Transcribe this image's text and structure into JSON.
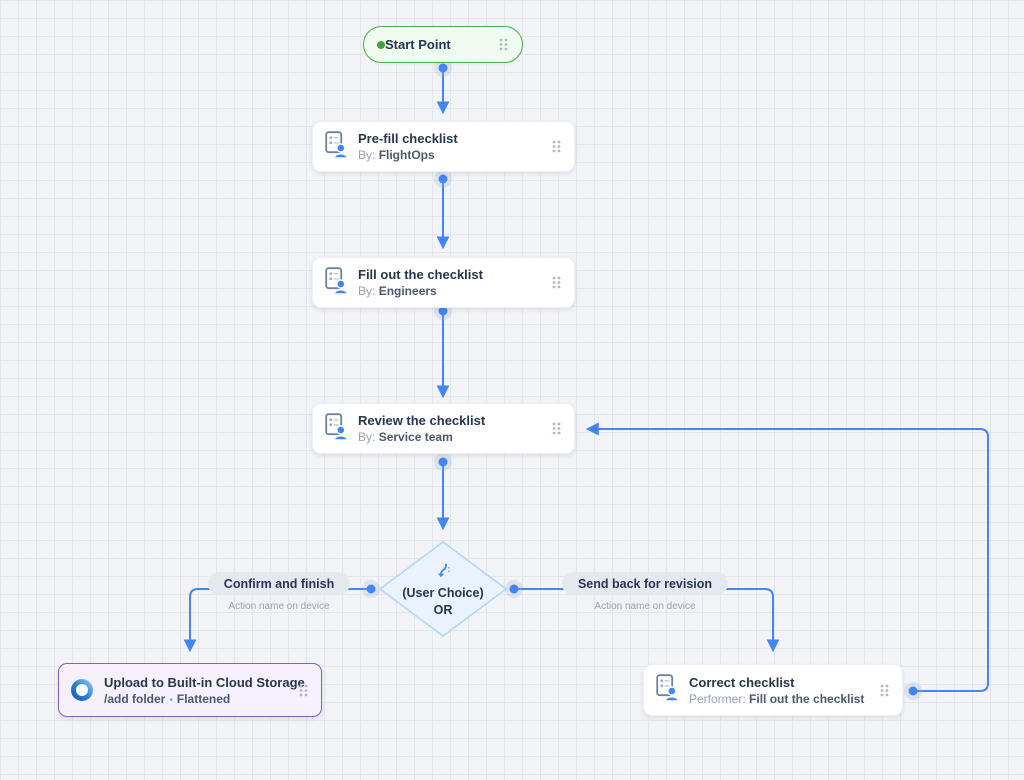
{
  "colors": {
    "accent": "#4285F4",
    "canvas_bg": "#F1F3F6",
    "grid_line": "#E3E7EC",
    "start_bg": "#EFFBEF",
    "start_border": "#4DAE4D",
    "start_dot": "#43A047",
    "upload_bg": "#F5F0FA",
    "upload_border": "#8A5FB0",
    "pill_bg": "#E4E9F0",
    "diamond_bg": "#E9F2FD",
    "diamond_border": "#B5D4F3",
    "text_dark": "#27364F",
    "text_muted": "#98A2B3",
    "text_value": "#4A5873"
  },
  "nodes": {
    "start": {
      "label": "Start Point"
    },
    "prefill": {
      "title": "Pre-fill checklist",
      "meta_label": "By:",
      "meta_value": "FlightOps"
    },
    "fillout": {
      "title": "Fill out the checklist",
      "meta_label": "By:",
      "meta_value": "Engineers"
    },
    "review": {
      "title": "Review the checklist",
      "meta_label": "By:",
      "meta_value": "Service team"
    },
    "choice": {
      "line1": "(User Choice)",
      "line2": "OR"
    },
    "upload": {
      "title": "Upload to Built-in Cloud Storage",
      "meta_value": "/add folder",
      "separator": "•",
      "meta_extra": "Flattened"
    },
    "correct": {
      "title": "Correct checklist",
      "meta_label": "Performer:",
      "meta_value": "Fill out the checklist"
    }
  },
  "actions": {
    "confirm": {
      "label": "Confirm and finish",
      "caption": "Action name on device"
    },
    "send_back": {
      "label": "Send back for revision",
      "caption": "Action name on device"
    }
  }
}
